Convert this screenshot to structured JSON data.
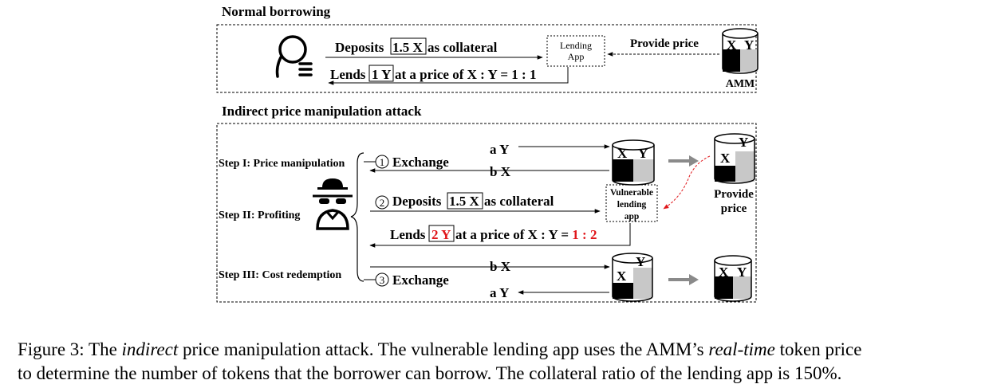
{
  "normal": {
    "title": "Normal borrowing",
    "deposits_pre": "Deposits",
    "deposits_amount": "1.5 X",
    "deposits_post": "as collateral",
    "lends_pre": "Lends",
    "lends_amount": "1 Y",
    "lends_post": "at a price of X : Y = 1 : 1",
    "lending_app_line1": "Lending",
    "lending_app_line2": "App",
    "provide_price": "Provide price",
    "amm_label": "AMM",
    "token_x": "X",
    "token_y": "Y"
  },
  "attack": {
    "title": "Indirect price manipulation attack",
    "step1": "Step I: Price manipulation",
    "step2": "Step II: Profiting",
    "step3": "Step III: Cost redemption",
    "circle1": "1",
    "circle2": "2",
    "circle3": "3",
    "exchange1": "Exchange",
    "exchange3": "Exchange",
    "aY_top": "a Y",
    "bX_top": "b X",
    "bX_bottom": "b X",
    "aY_bottom": "a Y",
    "deposits_pre": "Deposits",
    "deposits_amount": "1.5 X",
    "deposits_post": "as collateral",
    "lends_pre": "Lends",
    "lends_amount": "2 Y",
    "lends_post_a": "at a price of X : Y = ",
    "lends_post_b": "1 : 2",
    "vuln_line1": "Vulnerable",
    "vuln_line2": "lending",
    "vuln_line3": "app",
    "provide_line1": "Provide",
    "provide_line2": "price",
    "token_x": "X",
    "token_y": "Y"
  },
  "caption": {
    "prefix": "Figure 3: The ",
    "emph1": "indirect",
    "mid1": " price manipulation attack. The vulnerable lending app uses the AMM’s ",
    "emph2": "real-time",
    "mid2": " token price",
    "line2": "to determine the number of tokens that the borrower can borrow. The collateral ratio of the lending app is 150%."
  },
  "colors": {
    "highlight_red": "#e0161a",
    "bar_grey": "#8a8a8a",
    "fill_grey": "#c8c8c8"
  }
}
